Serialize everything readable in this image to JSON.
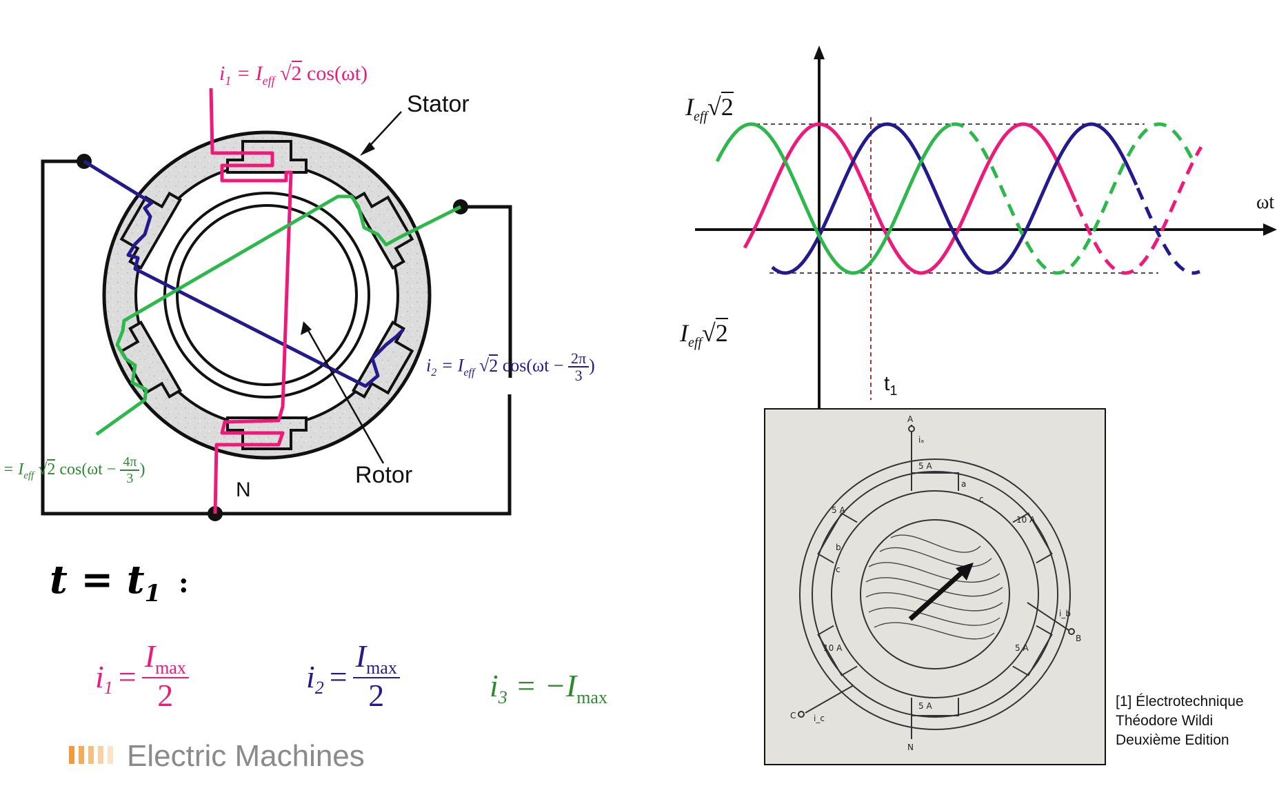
{
  "motor_diagram": {
    "label_stator": "Stator",
    "label_rotor": "Rotor",
    "label_neutral": "N",
    "i1_formula": {
      "lhs": "i",
      "sub": "1",
      "eq": "= I",
      "eff": "eff",
      "rest": "cos(ωt)",
      "root": "2"
    },
    "i2_formula": {
      "lhs": "i",
      "sub": "2",
      "eq": "= I",
      "eff": "eff",
      "rest": "cos(ωt −",
      "frac_num": "2π",
      "frac_den": "3",
      "close": ")",
      "root": "2"
    },
    "i3_formula": {
      "eq": "= I",
      "eff": "eff",
      "rest": "cos(ωt −",
      "frac_num": "4π",
      "frac_den": "3",
      "close": ")",
      "root": "2"
    },
    "colors": {
      "phase1": "#ee1a7a",
      "phase2": "#231a8e",
      "phase3": "#2db84b"
    }
  },
  "waveform": {
    "x_axis_label": "ωt",
    "top_label": {
      "base": "I",
      "sub": "eff",
      "root": "2"
    },
    "bottom_label": {
      "base": "I",
      "sub": "eff",
      "root": "2"
    },
    "marker_label": {
      "base": "t",
      "sub": "1"
    }
  },
  "time_condition": {
    "lhs": "t = t",
    "sub": "1",
    "colon": ":"
  },
  "equations": {
    "eq1": {
      "lhs": "i",
      "sub": "1",
      "eq": "=",
      "num_base": "I",
      "num_sub": "max",
      "den": "2"
    },
    "eq2": {
      "lhs": "i",
      "sub": "2",
      "eq": "=",
      "num_base": "I",
      "num_sub": "max",
      "den": "2"
    },
    "eq3": {
      "lhs": "i",
      "sub": "3",
      "eq": "= −I",
      "num_sub": "max"
    }
  },
  "reference_photo": {
    "labels": {
      "A": "A",
      "ia": "iₐ",
      "a": "a",
      "c": "c",
      "five_a_top": "5 A",
      "five_a_left": "5 A",
      "ten_a_right": "10 A",
      "b": "b",
      "ten_a_left": "10 A",
      "five_a_right": "5 A",
      "B": "B",
      "ib": "i_b",
      "C": "C",
      "ic": "i_c",
      "five_a_bottom": "5 A",
      "N": "N"
    }
  },
  "citation": {
    "line1": "[1] Électrotechnique",
    "line2": "Théodore Wildi",
    "line3": "Deuxième Edition"
  },
  "footer": {
    "brand": "Electric Machines"
  }
}
